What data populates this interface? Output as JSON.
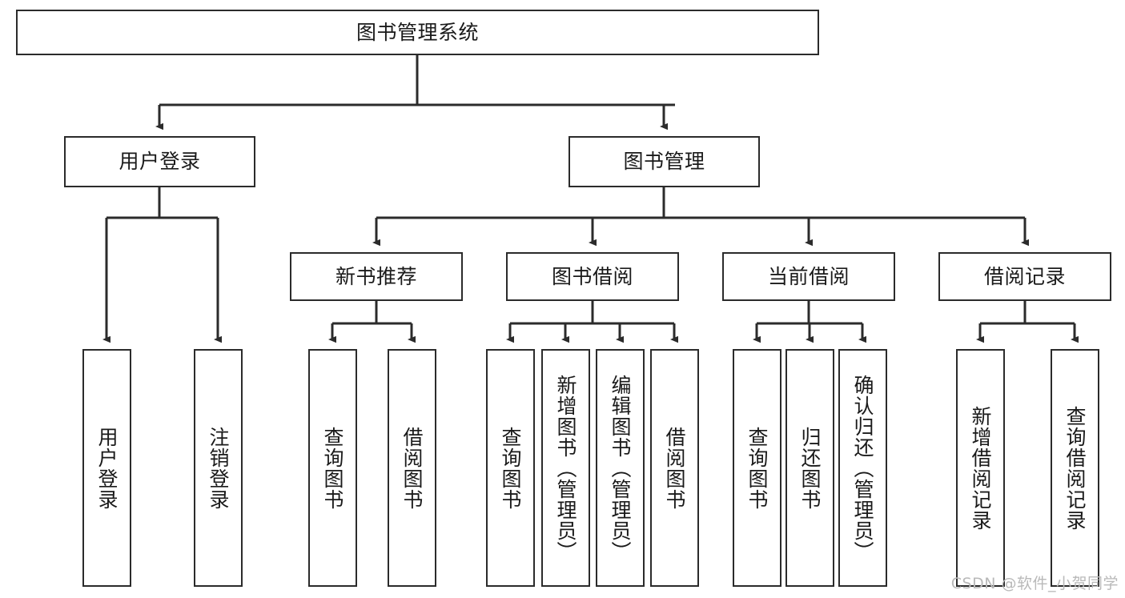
{
  "diagram": {
    "type": "tree",
    "title": "图书管理系统",
    "line_color": "#2b2b2b",
    "box_fill": "#ffffff",
    "text_color": "#1a1a1a",
    "watermark": "CSDN @软件_小贺同学",
    "watermark_color": "#b9b9b9",
    "levels": {
      "root": {
        "id": "root",
        "label": "图书管理系统"
      },
      "level2": [
        {
          "id": "user-login",
          "label": "用户登录"
        },
        {
          "id": "book-manage",
          "label": "图书管理"
        }
      ],
      "level3": [
        {
          "id": "new-book-recommend",
          "label": "新书推荐",
          "parent": "book-manage"
        },
        {
          "id": "book-borrow",
          "label": "图书借阅",
          "parent": "book-manage"
        },
        {
          "id": "current-borrow",
          "label": "当前借阅",
          "parent": "book-manage"
        },
        {
          "id": "borrow-record",
          "label": "借阅记录",
          "parent": "book-manage"
        }
      ],
      "leaves": [
        {
          "id": "leaf-user-login",
          "label": "用户登录",
          "parent": "user-login"
        },
        {
          "id": "leaf-user-logout",
          "label": "注销登录",
          "parent": "user-login"
        },
        {
          "id": "leaf-query-book-1",
          "label": "查询图书",
          "parent": "new-book-recommend"
        },
        {
          "id": "leaf-borrow-book-1",
          "label": "借阅图书",
          "parent": "new-book-recommend"
        },
        {
          "id": "leaf-query-book-2",
          "label": "查询图书",
          "parent": "book-borrow"
        },
        {
          "id": "leaf-add-book",
          "label": "新增图书（管理员）",
          "parent": "book-borrow"
        },
        {
          "id": "leaf-edit-book",
          "label": "编辑图书（管理员）",
          "parent": "book-borrow"
        },
        {
          "id": "leaf-borrow-book-2",
          "label": "借阅图书",
          "parent": "book-borrow"
        },
        {
          "id": "leaf-query-book-3",
          "label": "查询图书",
          "parent": "current-borrow"
        },
        {
          "id": "leaf-return-book",
          "label": "归还图书",
          "parent": "current-borrow"
        },
        {
          "id": "leaf-confirm-return",
          "label": "确认归还（管理员）",
          "parent": "current-borrow"
        },
        {
          "id": "leaf-add-record",
          "label": "新增借阅记录",
          "parent": "borrow-record"
        },
        {
          "id": "leaf-query-record",
          "label": "查询借阅记录",
          "parent": "borrow-record"
        }
      ]
    }
  }
}
